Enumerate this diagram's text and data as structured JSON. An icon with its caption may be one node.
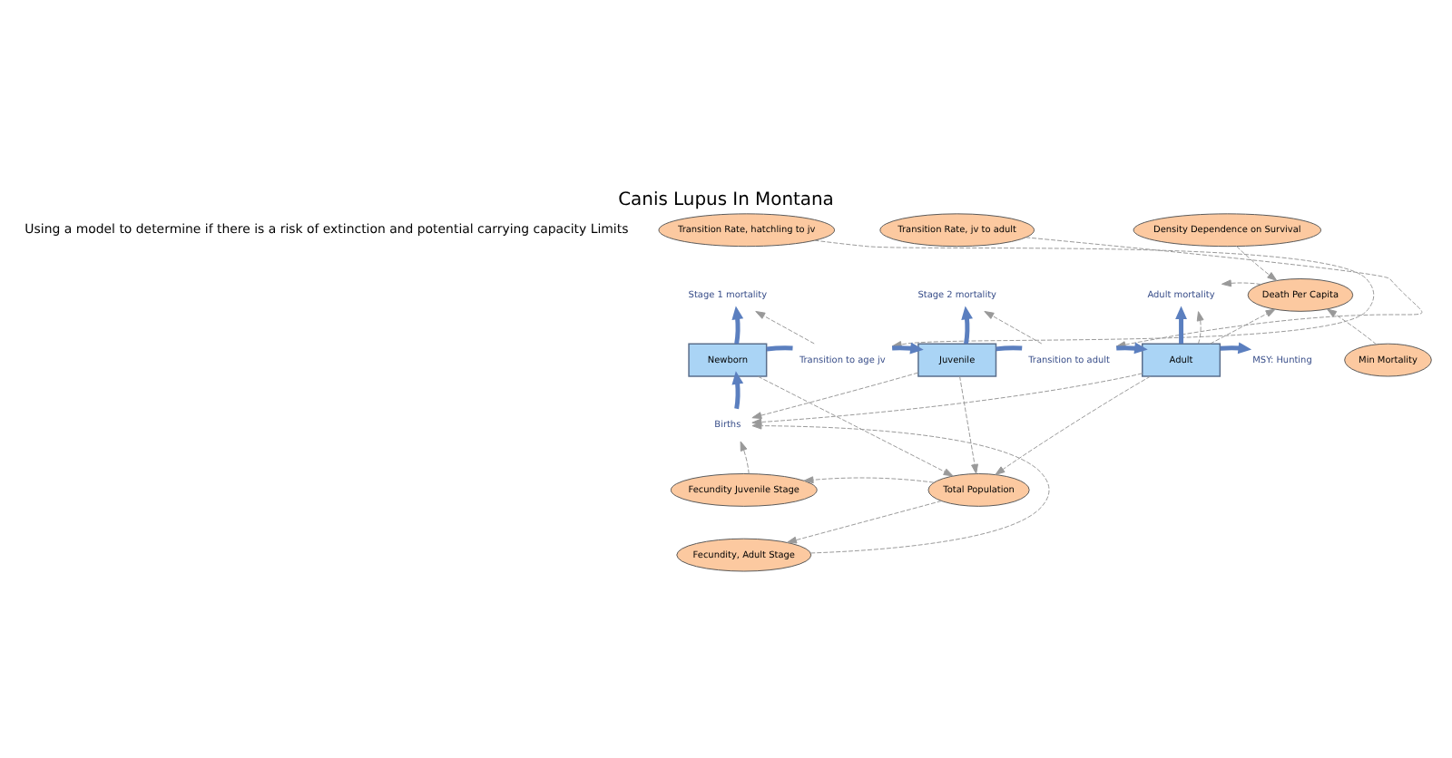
{
  "diagram": {
    "title": "Canis Lupus In Montana",
    "nodes": [
      {
        "text": [
          "Transition Rate, hatchling to jv"
        ]
      },
      {
        "text": [
          "Transition Rate, jv to adult"
        ]
      },
      {
        "text": [
          "Density Dependence on Survival"
        ]
      },
      {
        "text": [
          "Stage 1 mortality"
        ]
      },
      {
        "text": [
          "Stage 2 mortality"
        ]
      },
      {
        "text": [
          "Adult mortality"
        ]
      },
      {
        "text": [
          "Death Per Capita"
        ]
      },
      {
        "text": [
          "Min Mortality"
        ]
      },
      {
        "text": [
          "Newborn"
        ]
      },
      {
        "text": [
          "Transition to age jv"
        ]
      },
      {
        "text": [
          "Juvenile"
        ]
      },
      {
        "text": [
          "Transition to adult"
        ]
      },
      {
        "text": [
          "Adult"
        ]
      },
      {
        "text": [
          "MSY: Hunting"
        ]
      },
      {
        "text": [
          "Births"
        ]
      },
      {
        "text": [
          "Fecundity Juvenile Stage"
        ]
      },
      {
        "text": [
          "Total Population"
        ]
      },
      {
        "text": [
          "Fecundity, Adult Stage"
        ]
      }
    ],
    "edges": [
      {
        "from": 14,
        "to": 8,
        "arrow": "to",
        "style": "thick",
        "color": "#5b7fbf"
      },
      {
        "from": 8,
        "to": 3,
        "arrow": "to",
        "style": "thick",
        "color": "#5b7fbf"
      },
      {
        "from": 8,
        "to": 9,
        "arrow": "none",
        "style": "thick",
        "color": "#5b7fbf"
      },
      {
        "from": 9,
        "to": 10,
        "arrow": "to",
        "style": "thick",
        "color": "#5b7fbf"
      },
      {
        "from": 10,
        "to": 4,
        "arrow": "to",
        "style": "thick",
        "color": "#5b7fbf"
      },
      {
        "from": 10,
        "to": 11,
        "arrow": "none",
        "style": "thick",
        "color": "#5b7fbf"
      },
      {
        "from": 11,
        "to": 12,
        "arrow": "to",
        "style": "thick",
        "color": "#5b7fbf"
      },
      {
        "from": 12,
        "to": 5,
        "arrow": "to",
        "style": "thick",
        "color": "#5b7fbf"
      },
      {
        "from": 12,
        "to": 13,
        "arrow": "to",
        "style": "thick",
        "color": "#5b7fbf"
      },
      {
        "from": 0,
        "to": 9,
        "arrow": "to",
        "style": "dashed"
      },
      {
        "from": 1,
        "to": 11,
        "arrow": "to",
        "style": "dashed"
      },
      {
        "from": 9,
        "to": 3,
        "arrow": "to",
        "style": "dashed"
      },
      {
        "from": 11,
        "to": 4,
        "arrow": "to",
        "style": "dashed"
      },
      {
        "from": 2,
        "to": 6,
        "arrow": "to",
        "style": "dashed"
      },
      {
        "from": 7,
        "to": 6,
        "arrow": "to",
        "style": "dashed"
      },
      {
        "from": 6,
        "to": 5,
        "arrow": "to",
        "style": "dashed"
      },
      {
        "from": 12,
        "to": 5,
        "arrow": "to",
        "style": "dashed"
      },
      {
        "from": 12,
        "to": 6,
        "arrow": "to",
        "style": "dashed"
      },
      {
        "from": 8,
        "to": 16,
        "arrow": "to",
        "style": "dashed"
      },
      {
        "from": 10,
        "to": 16,
        "arrow": "to",
        "style": "dashed"
      },
      {
        "from": 12,
        "to": 16,
        "arrow": "to",
        "style": "dashed"
      },
      {
        "from": 10,
        "to": 14,
        "arrow": "to",
        "style": "dashed"
      },
      {
        "from": 12,
        "to": 14,
        "arrow": "to",
        "style": "dashed"
      },
      {
        "from": 15,
        "to": 14,
        "arrow": "to",
        "style": "dashed"
      },
      {
        "from": 17,
        "to": 14,
        "arrow": "to",
        "style": "dashed"
      },
      {
        "from": 16,
        "to": 15,
        "arrow": "to",
        "style": "dashed"
      },
      {
        "from": 16,
        "to": 17,
        "arrow": "to",
        "style": "dashed"
      }
    ],
    "labels": [
      "Using a model to determine if there is a risk of extinction and potential carrying capacity Limits"
    ]
  }
}
